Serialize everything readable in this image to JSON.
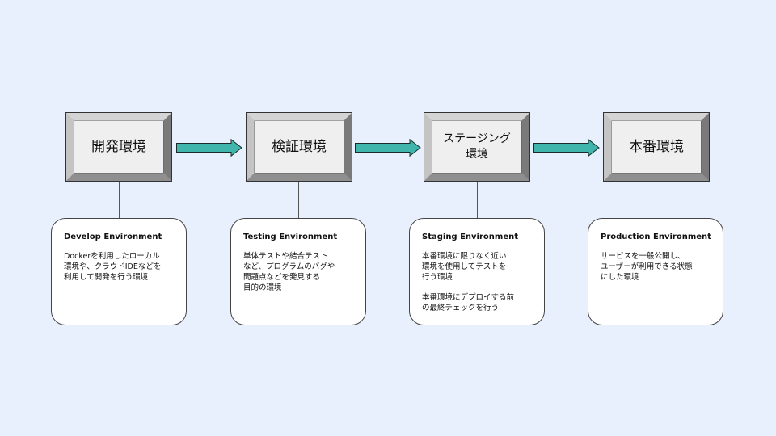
{
  "colors": {
    "background": "#e8f0fe",
    "arrow_fill": "#3fb5ab",
    "arrow_stroke": "#1a2b2a",
    "box_face": "#efefef"
  },
  "environments": [
    {
      "label": "開発環境",
      "card_title": "Develop Environment",
      "card_text": [
        "Dockerを利用したローカル\n環境や、クラウドIDEなどを\n利用して開発を行う環境"
      ]
    },
    {
      "label": "検証環境",
      "card_title": "Testing Environment",
      "card_text": [
        "単体テストや結合テスト\nなど、プログラムのバグや\n問題点などを発見する\n目的の環境"
      ]
    },
    {
      "label": "ステージング\n環境",
      "card_title": "Staging Environment",
      "card_text": [
        "本番環境に限りなく近い\n環境を使用してテストを\n行う環境",
        "本番環境にデプロイする前\nの最終チェックを行う"
      ]
    },
    {
      "label": "本番環境",
      "card_title": "Production Environment",
      "card_text": [
        "サービスを一般公開し、\nユーザーが利用できる状態\nにした環境"
      ]
    }
  ]
}
